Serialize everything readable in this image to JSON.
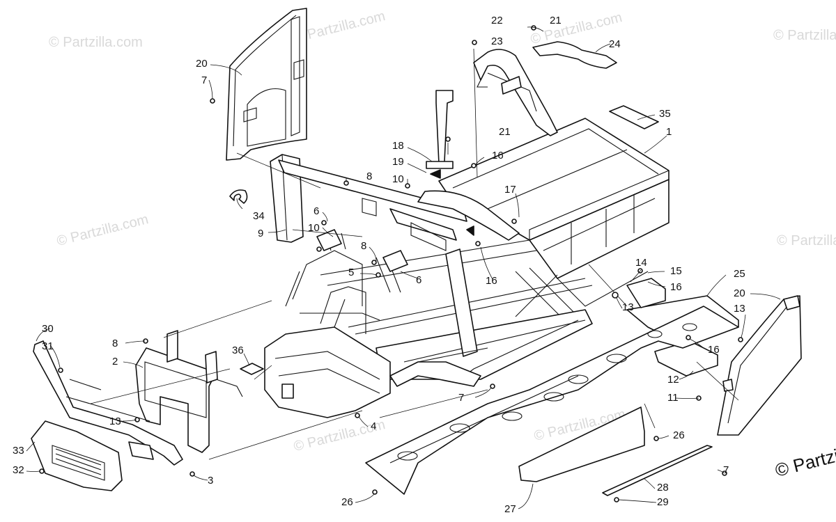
{
  "watermark": "© Partzilla.com",
  "watermark_big": "© Partzi",
  "diagram": {
    "type": "exploded-parts-diagram"
  },
  "callouts": [
    {
      "num": "1"
    },
    {
      "num": "2"
    },
    {
      "num": "3"
    },
    {
      "num": "4"
    },
    {
      "num": "5"
    },
    {
      "num": "6"
    },
    {
      "num": "7"
    },
    {
      "num": "8"
    },
    {
      "num": "9"
    },
    {
      "num": "10"
    },
    {
      "num": "11"
    },
    {
      "num": "12"
    },
    {
      "num": "13"
    },
    {
      "num": "14"
    },
    {
      "num": "15"
    },
    {
      "num": "16"
    },
    {
      "num": "17"
    },
    {
      "num": "18"
    },
    {
      "num": "19"
    },
    {
      "num": "20"
    },
    {
      "num": "21"
    },
    {
      "num": "22"
    },
    {
      "num": "23"
    },
    {
      "num": "24"
    },
    {
      "num": "25"
    },
    {
      "num": "26"
    },
    {
      "num": "27"
    },
    {
      "num": "28"
    },
    {
      "num": "29"
    },
    {
      "num": "30"
    },
    {
      "num": "31"
    },
    {
      "num": "32"
    },
    {
      "num": "33"
    },
    {
      "num": "34"
    },
    {
      "num": "35"
    },
    {
      "num": "36"
    }
  ]
}
